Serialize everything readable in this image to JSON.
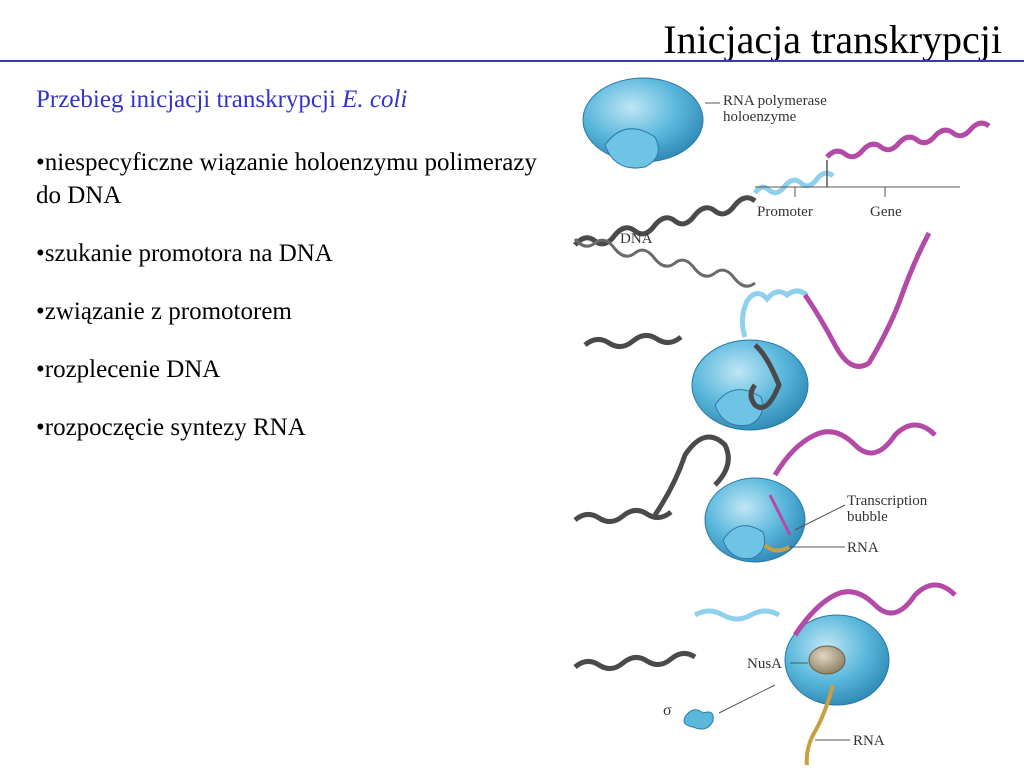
{
  "slide": {
    "title": "Inicjacja transkrypcji",
    "subtitle_prefix": "Przebieg inicjacji transkrypcji ",
    "subtitle_italic": "E. coli",
    "bullets": [
      "•niespecyficzne wiązanie holoenzymu polimerazy do DNA",
      "•szukanie promotora na DNA",
      "•związanie z promotorem",
      "•rozplecenie DNA",
      "•rozpoczęcie syntezy RNA"
    ]
  },
  "figure": {
    "labels": {
      "polymerase_line1": "RNA polymerase",
      "polymerase_line2": "holoenzyme",
      "promoter": "Promoter",
      "gene": "Gene",
      "dna": "DNA",
      "bubble_line1": "Transcription",
      "bubble_line2": "bubble",
      "rna_1": "RNA",
      "nusa": "NusA",
      "sigma": "σ",
      "rna_2": "RNA"
    }
  },
  "colors": {
    "title_rule": "#3a3ab8",
    "subtitle": "#3333cc",
    "enzyme": "#5bb8dc",
    "dna_dark": "#4a4a4a",
    "dna_promoter": "#8fd0ec",
    "dna_gene": "#b24aa6",
    "rna": "#c8a040",
    "nusa": "#a89a7c"
  }
}
